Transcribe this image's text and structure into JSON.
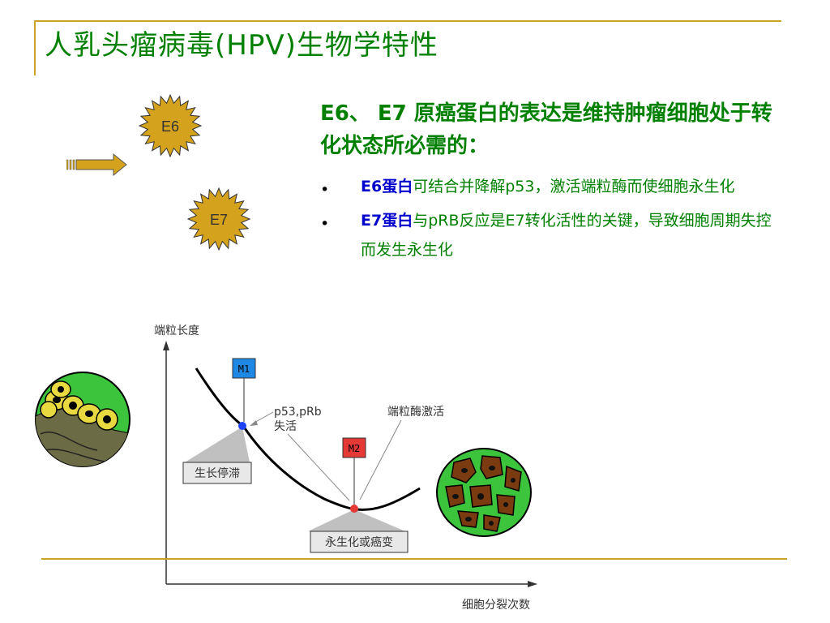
{
  "title": "人乳头瘤病毒(HPV)生物学特性",
  "proteins": {
    "e6": "E6",
    "e7": "E7"
  },
  "heading": "E6、 E7 原癌蛋白的表达是维持肿瘤细胞处于转化状态所必需的：",
  "bullets": [
    {
      "marker": "•",
      "prefix": "E6蛋白",
      "rest": "可结合并降解p53，激活端粒酶而使细胞永生化"
    },
    {
      "marker": "•",
      "prefix": "E7蛋白",
      "rest": "与pRB反应是E7转化活性的关键，导致细胞周期失控而发生永生化"
    }
  ],
  "diagram": {
    "y_axis_label": "端粒长度",
    "x_axis_label": "细胞分裂次数",
    "m1": "M1",
    "m2": "M2",
    "note_p53": "p53,pRb",
    "note_p53_2": "失活",
    "note_telomerase": "端粒酶激活",
    "box_growth_arrest": "生长停滞",
    "box_immortal": "永生化或癌变"
  },
  "colors": {
    "title_green": "#008000",
    "gold": "#c9a227",
    "m1_blue": "#1e88e5",
    "m2_red": "#e53935"
  }
}
